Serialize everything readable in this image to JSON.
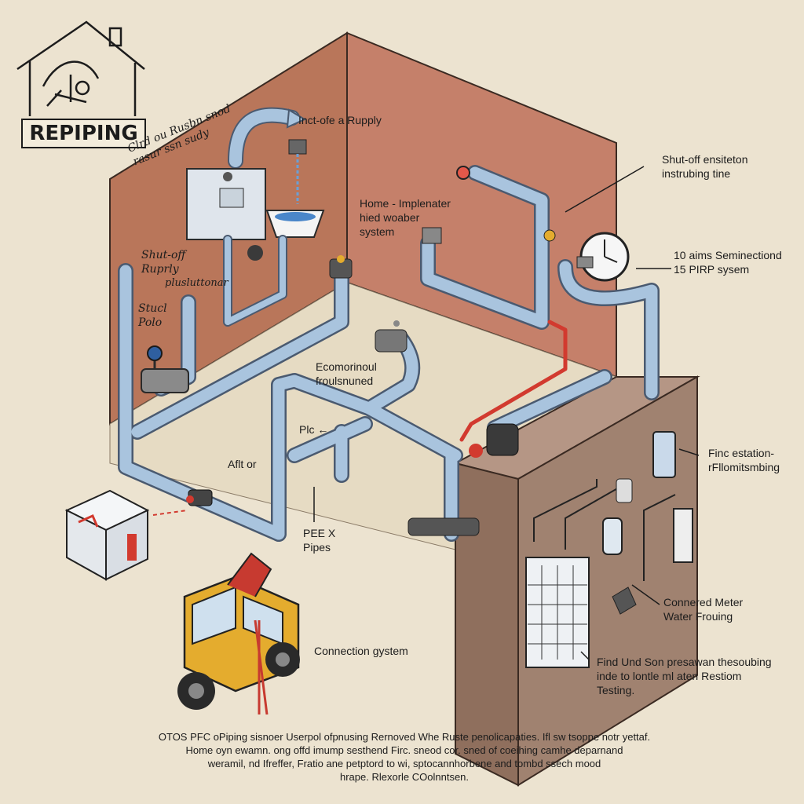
{
  "logo": {
    "text": "REPIPING"
  },
  "labels": {
    "wall_note": "Clrd ou Rusbn snod\nrasur ssn sudy",
    "inlet_supply": "Inct-ofe a Rupply",
    "home_water": "Home - Implenater\nhied woaber\nsystem",
    "shutoff_extension": "Shut-off ensiteton\ninstrubing tine",
    "supply_left": "Shut-off\nRuprly",
    "plumbing_left": "plusluttonar",
    "stud_pole": "Stucl\nPolo",
    "sensor_line": "10 aims Seminectiond\n15 PIRP sysem",
    "economical": "Ecomorinoul\nfroulsnuned",
    "pipe_arrow": "Plc ←",
    "after": "Aflt or",
    "pex_pipes": "PEE X\nPipes",
    "fire_station": "Finc estation-\nrFllomitsmbing",
    "connected_meter": "Connered Meter\nWater Frouing",
    "connection_system": "Connection gystem",
    "final_test": "Find Und Son presawan thesoubing\ninde to lontle ml aten Restiom\nTesting."
  },
  "footer": {
    "text": "OTOS PFC oPiping sisnoer Userpol ofpnusing Rernoved  Whe Ruste penolicapaties. Ifl sw tsoppe notr yettaf.\nHome oyn ewamn. ong offd imump sesthend Firc. sneod cor. sned of coeihing camhe deparnand\nweramil, nd Ifreffer, Fratio ane petptord to wi, sptocannhorbene and tombd ssech mood\nhrape. Rlexorle COolnntsen."
  },
  "colors": {
    "background": "#ece3d0",
    "brick_wall": "#b9765a",
    "pipe": "#a9c4de",
    "pipe_outline": "#4a5a70",
    "hot_pipe": "#d23a2f",
    "utility_box": "#9a7b68",
    "truck": "#e4ac2e"
  }
}
